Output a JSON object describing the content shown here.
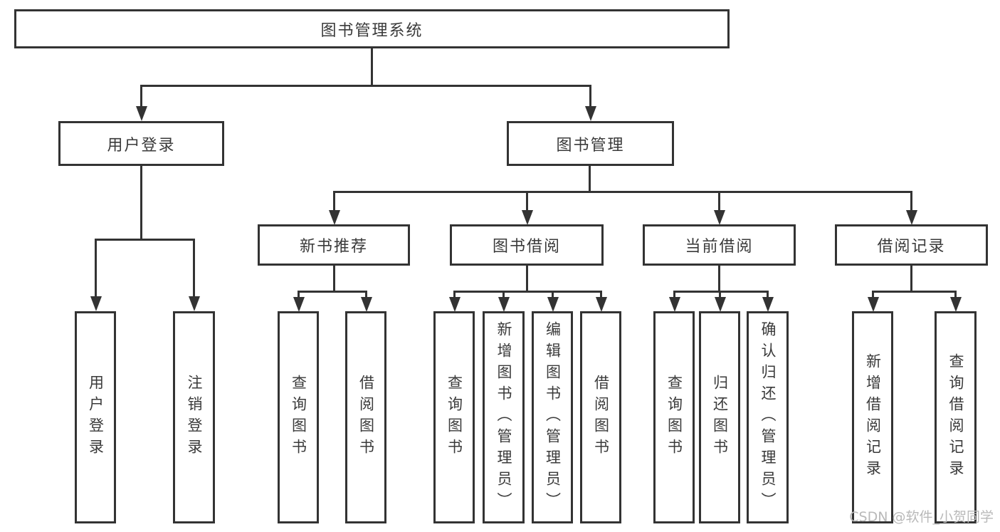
{
  "root": {
    "label": "图书管理系统"
  },
  "level2": {
    "user_login": "用户登录",
    "book_mgmt": "图书管理"
  },
  "level3": {
    "new_books": "新书推荐",
    "book_borrow": "图书借阅",
    "current_borrow": "当前借阅",
    "borrow_records": "借阅记录"
  },
  "leaves": {
    "user_login": "用户登录",
    "logout": "注销登录",
    "newbooks_query": "查询图书",
    "newbooks_borrow": "借阅图书",
    "borrow_query": "查询图书",
    "borrow_add": "新增图书（管理员）",
    "borrow_edit": "编辑图书（管理员）",
    "borrow_borrow": "借阅图书",
    "current_query": "查询图书",
    "current_return": "归还图书",
    "current_confirm": "确认归还（管理员）",
    "records_add": "新增借阅记录",
    "records_query": "查询借阅记录"
  },
  "watermark": "CSDN @软件_小贺同学",
  "colors": {
    "line": "#333333",
    "text": "#3a3a3a",
    "watermark": "#b9b9b9",
    "background": "#ffffff"
  }
}
